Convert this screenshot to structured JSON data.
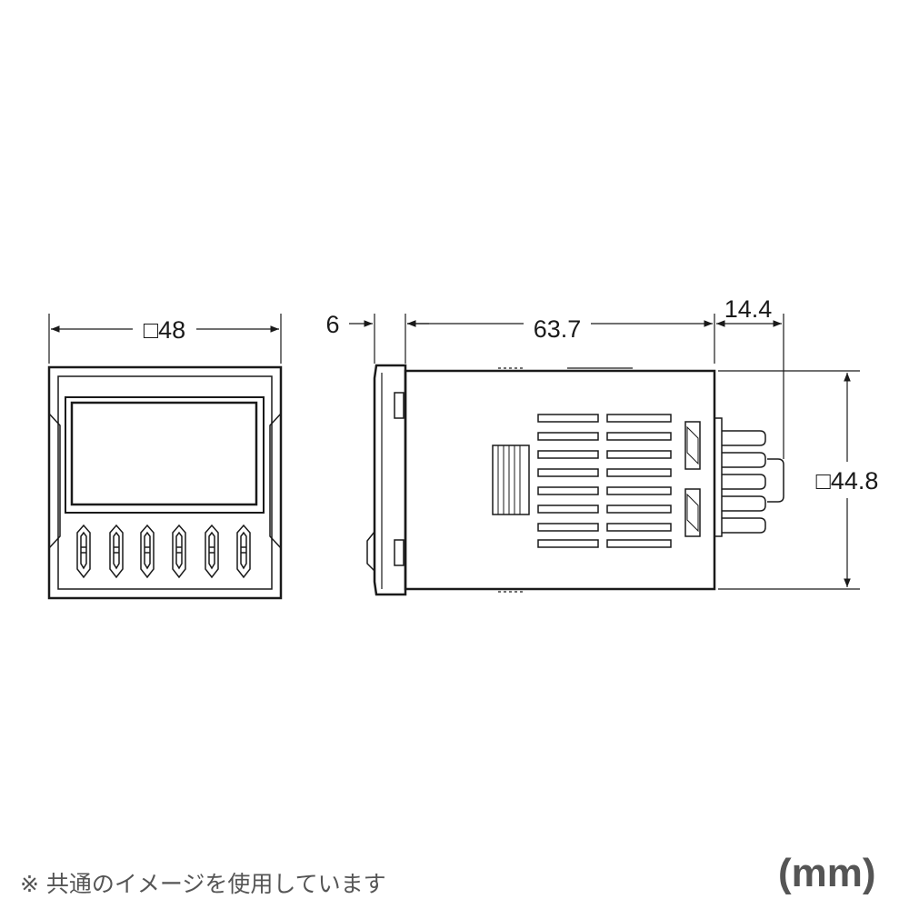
{
  "front_view": {
    "width_label": "□48"
  },
  "side_view": {
    "panel_label": "6",
    "body_length_label": "63.7",
    "terminal_length_label": "14.4",
    "height_label": "□44.8"
  },
  "footnote": "※ 共通のイメージを使用しています",
  "unit_label": "(mm)",
  "colors": {
    "line": "#1a1a1a",
    "text_muted": "#555555"
  }
}
